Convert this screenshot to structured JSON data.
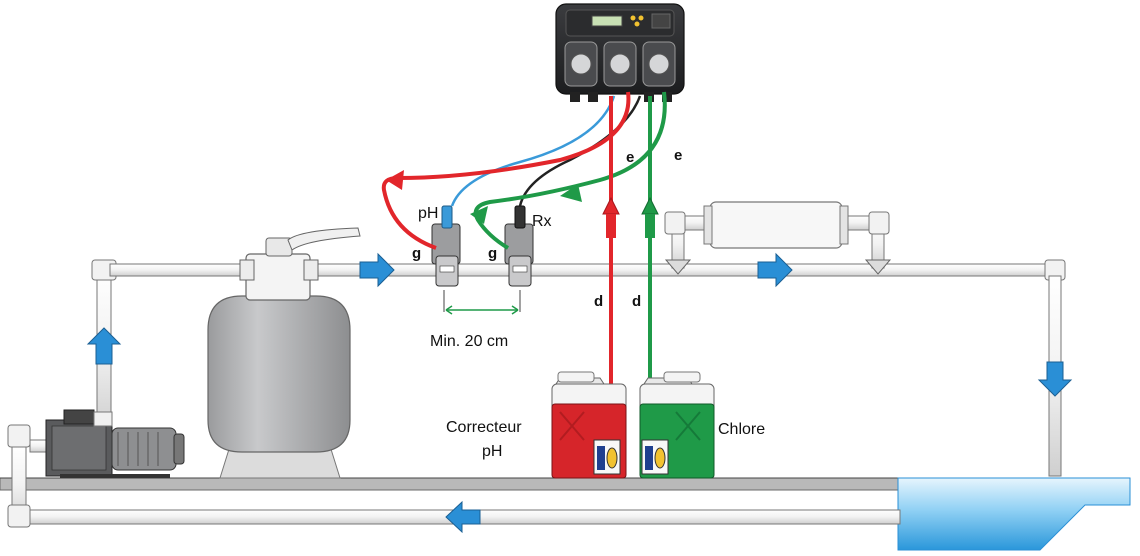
{
  "labels": {
    "ph_probe": "pH",
    "rx_probe": "Rx",
    "g_left": "g",
    "g_right": "g",
    "e_red": "e",
    "e_green": "e",
    "d_red": "d",
    "d_green": "d",
    "distance": "Min. 20 cm",
    "ph_corrector_line1": "Correcteur",
    "ph_corrector_line2": "pH",
    "chlorine": "Chlore"
  },
  "colors": {
    "pipe": "#ffffff",
    "pipe_outline": "#777777",
    "flow_arrow": "#2a8fd6",
    "ph_line": "#e2262b",
    "chlorine_line": "#1f9a48",
    "ph_probe_cable": "#3a9ad9",
    "rx_probe_cable": "#222222",
    "filter_tank": "#b5b6b8",
    "canister_red": "#d6252a",
    "canister_green": "#1f9a48",
    "pool_water": "#3aa6e6"
  },
  "icons": {
    "controller": "dosing-pump-controller-icon",
    "pump": "pool-pump-icon",
    "filter": "sand-filter-icon",
    "heater": "heat-exchanger-icon"
  }
}
